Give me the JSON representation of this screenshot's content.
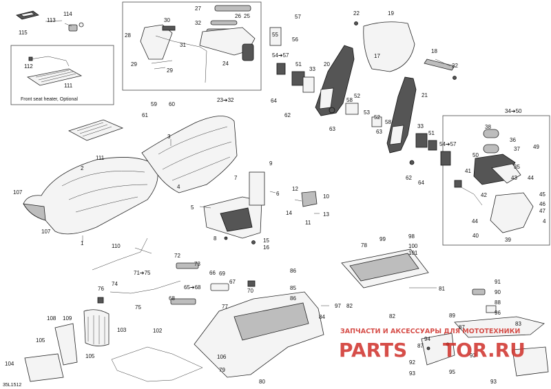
{
  "diagram_code": "35L1512",
  "inset_caption": "Front seat heater, Optional",
  "watermark": {
    "subtitle": "ЗАПЧАСТИ И АКСЕССУАРЫ ДЛЯ МОТОТЕХНИКИ",
    "logo_prefix": "PARTS",
    "logo_suffix": "TOR.RU",
    "color_red": "#d0302a"
  },
  "callouts": {
    "c1": "1",
    "c2": "2",
    "c3": "3",
    "c4": "4",
    "c4b": "4",
    "c5": "5",
    "c6": "6",
    "c7": "7",
    "c8": "8",
    "c9": "9",
    "c10": "10",
    "c11": "11",
    "c12": "12",
    "c13": "13",
    "c14": "14",
    "c15": "15",
    "c16": "16",
    "c17": "17",
    "c18": "18",
    "c19": "19",
    "c20": "20",
    "c21": "21",
    "c22": "22",
    "c22b": "22",
    "c23": "23➔32",
    "c24": "24",
    "c25": "25",
    "c26": "26",
    "c27": "27",
    "c28": "28",
    "c29a": "29",
    "c29b": "29",
    "c30": "30",
    "c31": "31",
    "c32": "32",
    "c33a": "33",
    "c33b": "33",
    "c34": "34➔50",
    "c35": "35",
    "c36": "36",
    "c37": "37",
    "c38": "38",
    "c39": "39",
    "c40": "40",
    "c41": "41",
    "c42": "42",
    "c43": "43",
    "c44a": "44",
    "c44b": "44",
    "c45": "45",
    "c46": "46",
    "c47": "47",
    "c49": "49",
    "c50": "50",
    "c51a": "51",
    "c51b": "51",
    "c52a": "52",
    "c52b": "52",
    "c53": "53",
    "c54a": "54➔57",
    "c54b": "54➔57",
    "c55": "55",
    "c56": "56",
    "c57": "57",
    "c58a": "58",
    "c58b": "58",
    "c59": "59",
    "c60": "60",
    "c61": "61",
    "c62a": "62",
    "c62b": "62",
    "c63a": "63",
    "c63b": "63",
    "c64a": "64",
    "c64b": "64",
    "c65": "65➔68",
    "c66": "66",
    "c67": "67",
    "c68": "68",
    "c69": "69",
    "c70": "70",
    "c71": "71➔75",
    "c72": "72",
    "c73": "73",
    "c74": "74",
    "c75": "75",
    "c76": "76",
    "c77": "77",
    "c78": "78",
    "c79": "79",
    "c80": "80",
    "c81": "81",
    "c82a": "82",
    "c82b": "82",
    "c83": "83",
    "c84": "84",
    "c85": "85",
    "c86a": "86",
    "c86b": "86",
    "c87a": "87",
    "c87b": "87",
    "c88": "88",
    "c89": "89",
    "c90": "90",
    "c91": "91",
    "c92": "92",
    "c93a": "93",
    "c93b": "93",
    "c93c": "93",
    "c94": "94",
    "c95": "95",
    "c96": "96",
    "c97": "97",
    "c98": "98",
    "c99": "99",
    "c100": "100",
    "c101": "101",
    "c102": "102",
    "c103": "103",
    "c104": "104",
    "c105a": "105",
    "c105b": "105",
    "c106": "106",
    "c107a": "107",
    "c107b": "107",
    "c108": "108",
    "c109": "109",
    "c110": "110",
    "c111a": "111",
    "c111b": "111",
    "c112": "112",
    "c113": "113",
    "c114": "114",
    "c115": "115"
  }
}
